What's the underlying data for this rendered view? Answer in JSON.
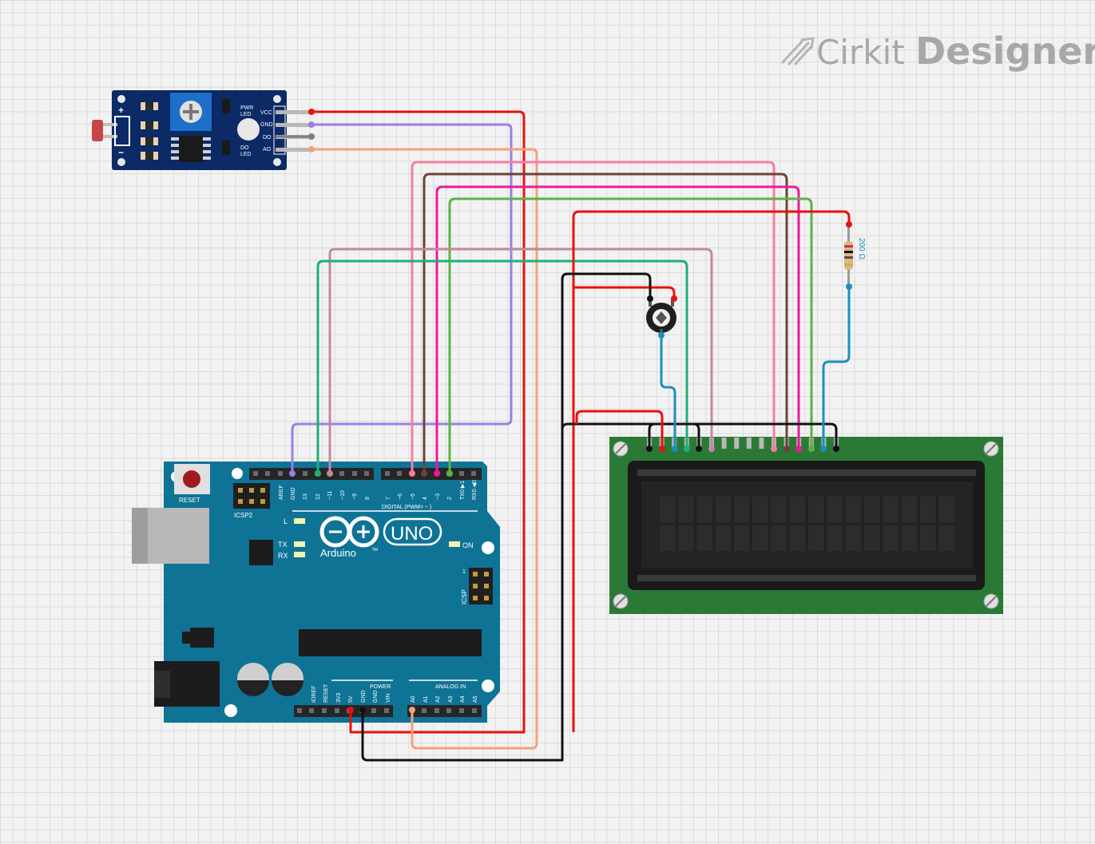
{
  "brand": {
    "name_part1": "Cirkit",
    "name_part2": "Designer"
  },
  "ldr_module": {
    "plus": "+",
    "minus": "−",
    "pwr_led_line1": "PWR",
    "pwr_led_line2": "LED",
    "do_led_line1": "DO",
    "do_led_line2": "LED",
    "pins": [
      "VCC",
      "GND",
      "DO",
      "AO"
    ]
  },
  "resistor": {
    "label": "200 Ω"
  },
  "arduino": {
    "reset": "RESET",
    "icsp2": "ICSP2",
    "icsp": "ICSP",
    "icsp_pin1": "1",
    "led_l": "L",
    "led_tx": "TX",
    "led_rx": "RX",
    "led_on": "ON",
    "digital_label": "DIGITAL (PWM= ~ )",
    "brand": "Arduino",
    "tm": "TM",
    "model": "UNO",
    "power_label": "POWER",
    "analog_label": "ANALOG IN",
    "top_pins": [
      "AREF",
      "GND",
      "13",
      "12",
      "~11",
      "~10",
      "~9",
      "8",
      "7",
      "~6",
      "~5",
      "4",
      "~3",
      "2",
      "TX0 ▶1",
      "RX0 ◀0"
    ],
    "bottom_power_pins": [
      "IOREF",
      "RESET",
      "3V3",
      "5V",
      "GND",
      "GND",
      "VIN"
    ],
    "bottom_analog_pins": [
      "A0",
      "A1",
      "A2",
      "A3",
      "A4",
      "A5"
    ]
  },
  "colors": {
    "red": "#e8120c",
    "purple": "#9a7fe8",
    "gray": "#7d7d7d",
    "salmon": "#f5a07a",
    "pink": "#f27fa0",
    "brown": "#6b4439",
    "magenta": "#ec1a9a",
    "green": "#5cb247",
    "mauve": "#c08a9e",
    "teal_green": "#1fae79",
    "black": "#111111",
    "blue": "#1b8fc0",
    "board_blue": "#0f7396",
    "lcd_green": "#2a7a35"
  }
}
